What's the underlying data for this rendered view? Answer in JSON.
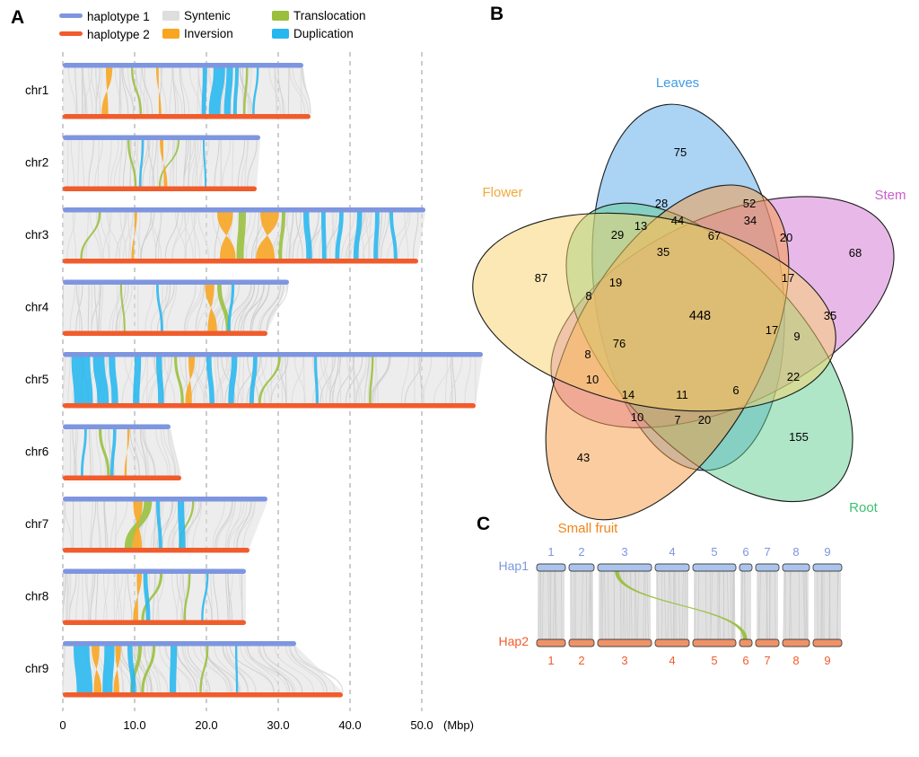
{
  "figure": {
    "panel_a_label": "A",
    "panel_b_label": "B",
    "panel_c_label": "C"
  },
  "colors": {
    "haplotype1": "#7e96e0",
    "haplotype2": "#f15c2c",
    "syntenic": "#dedede",
    "inversion": "#f8a51f",
    "translocation": "#99bf3c",
    "duplication": "#27b7f0",
    "venn_leaves": "#56a8ea",
    "venn_stem": "#d173d1",
    "venn_root": "#5fcd90",
    "venn_small_fruit": "#f8993f",
    "venn_flower": "#f8d26a",
    "hapc_bar1_fill": "#abc4ec",
    "hapc_bar2_fill": "#f09268"
  },
  "chart_data": [
    {
      "type": "synteny",
      "legend": [
        {
          "label": "haplotype 1",
          "swatch": "line",
          "color_key": "haplotype1"
        },
        {
          "label": "haplotype 2",
          "swatch": "line",
          "color_key": "haplotype2"
        },
        {
          "label": "Syntenic",
          "swatch": "box",
          "color_key": "syntenic"
        },
        {
          "label": "Inversion",
          "swatch": "box",
          "color_key": "inversion"
        },
        {
          "label": "Translocation",
          "swatch": "box",
          "color_key": "translocation"
        },
        {
          "label": "Duplication",
          "swatch": "box",
          "color_key": "duplication"
        }
      ],
      "x_axis": {
        "ticks": [
          "0",
          "10.0",
          "20.0",
          "30.0",
          "40.0",
          "50.0"
        ],
        "tick_values": [
          0,
          10,
          20,
          30,
          40,
          50
        ],
        "unit": "(Mbp)"
      },
      "chromosomes": [
        {
          "name": "chr1",
          "hap1_mbp": 33.5,
          "hap2_mbp": 34.5,
          "features": [
            {
              "type": "inversion",
              "pos": 6,
              "width": 0.9
            },
            {
              "type": "translocation",
              "pos": 9.5,
              "width": 0.3
            },
            {
              "type": "inversion",
              "pos": 13,
              "width": 0.35
            },
            {
              "type": "duplication",
              "pos": 19.5,
              "width": 0.6
            },
            {
              "type": "duplication",
              "pos": 21,
              "width": 1.6
            },
            {
              "type": "duplication",
              "pos": 22.8,
              "width": 0.9
            },
            {
              "type": "duplication",
              "pos": 24,
              "width": 0.5
            },
            {
              "type": "translocation",
              "pos": 25.5,
              "width": 0.3
            },
            {
              "type": "duplication",
              "pos": 27,
              "width": 0.3
            }
          ]
        },
        {
          "name": "chr2",
          "hap1_mbp": 27.5,
          "hap2_mbp": 27,
          "features": [
            {
              "type": "translocation",
              "pos": 9,
              "width": 0.3
            },
            {
              "type": "duplication",
              "pos": 11,
              "width": 0.3
            },
            {
              "type": "inversion",
              "pos": 13.5,
              "width": 0.5
            },
            {
              "type": "translocation",
              "pos": 16,
              "width": 0.25
            },
            {
              "type": "duplication",
              "pos": 19.5,
              "width": 0.25
            }
          ]
        },
        {
          "name": "chr3",
          "hap1_mbp": 50.5,
          "hap2_mbp": 49.5,
          "features": [
            {
              "type": "translocation",
              "pos": 5,
              "width": 0.3
            },
            {
              "type": "inversion",
              "pos": 10,
              "width": 0.35
            },
            {
              "type": "inversion",
              "pos": 21.5,
              "width": 2.2
            },
            {
              "type": "translocation",
              "pos": 24.5,
              "width": 1.0
            },
            {
              "type": "inversion",
              "pos": 27.5,
              "width": 2.6
            },
            {
              "type": "translocation",
              "pos": 30.5,
              "width": 0.5
            },
            {
              "type": "duplication",
              "pos": 33.5,
              "width": 0.8
            },
            {
              "type": "duplication",
              "pos": 36,
              "width": 0.6
            },
            {
              "type": "duplication",
              "pos": 38.5,
              "width": 0.6
            },
            {
              "type": "duplication",
              "pos": 41,
              "width": 0.7
            },
            {
              "type": "duplication",
              "pos": 43.5,
              "width": 0.6
            },
            {
              "type": "duplication",
              "pos": 45.5,
              "width": 0.5
            }
          ]
        },
        {
          "name": "chr4",
          "hap1_mbp": 31.5,
          "hap2_mbp": 28.5,
          "features": [
            {
              "type": "translocation",
              "pos": 8,
              "width": 0.25
            },
            {
              "type": "duplication",
              "pos": 13,
              "width": 0.35
            },
            {
              "type": "inversion",
              "pos": 19.8,
              "width": 1.3
            },
            {
              "type": "translocation",
              "pos": 21.5,
              "width": 0.6
            },
            {
              "type": "duplication",
              "pos": 23.5,
              "width": 0.4
            }
          ]
        },
        {
          "name": "chr5",
          "hap1_mbp": 58.5,
          "hap2_mbp": 57.5,
          "features": [
            {
              "type": "duplication",
              "pos": 1.2,
              "width": 2.6
            },
            {
              "type": "duplication",
              "pos": 4.2,
              "width": 1.6
            },
            {
              "type": "duplication",
              "pos": 6.4,
              "width": 0.9
            },
            {
              "type": "duplication",
              "pos": 10,
              "width": 0.9
            },
            {
              "type": "duplication",
              "pos": 13,
              "width": 0.8
            },
            {
              "type": "translocation",
              "pos": 15.5,
              "width": 0.4
            },
            {
              "type": "inversion",
              "pos": 17.5,
              "width": 0.9
            },
            {
              "type": "duplication",
              "pos": 20,
              "width": 0.7
            },
            {
              "type": "duplication",
              "pos": 23.5,
              "width": 0.8
            },
            {
              "type": "duplication",
              "pos": 26.5,
              "width": 0.6
            },
            {
              "type": "translocation",
              "pos": 30,
              "width": 0.35
            },
            {
              "type": "duplication",
              "pos": 35,
              "width": 0.4
            },
            {
              "type": "translocation",
              "pos": 43,
              "width": 0.3
            }
          ]
        },
        {
          "name": "chr6",
          "hap1_mbp": 15,
          "hap2_mbp": 16.5,
          "features": [
            {
              "type": "duplication",
              "pos": 3,
              "width": 0.35
            },
            {
              "type": "translocation",
              "pos": 5,
              "width": 0.4
            },
            {
              "type": "duplication",
              "pos": 7,
              "width": 0.45
            },
            {
              "type": "inversion",
              "pos": 9,
              "width": 0.3
            }
          ]
        },
        {
          "name": "chr7",
          "hap1_mbp": 28.5,
          "hap2_mbp": 26,
          "features": [
            {
              "type": "inversion",
              "pos": 9.8,
              "width": 1.3
            },
            {
              "type": "translocation",
              "pos": 11.3,
              "width": 1.1
            },
            {
              "type": "duplication",
              "pos": 13,
              "width": 0.5
            },
            {
              "type": "duplication",
              "pos": 16,
              "width": 0.9
            },
            {
              "type": "translocation",
              "pos": 18,
              "width": 0.3
            }
          ]
        },
        {
          "name": "chr8",
          "hap1_mbp": 25.5,
          "hap2_mbp": 25.5,
          "features": [
            {
              "type": "inversion",
              "pos": 10.3,
              "width": 0.7
            },
            {
              "type": "duplication",
              "pos": 11.2,
              "width": 0.6
            },
            {
              "type": "translocation",
              "pos": 13.5,
              "width": 0.4
            },
            {
              "type": "translocation",
              "pos": 17.5,
              "width": 0.3
            },
            {
              "type": "duplication",
              "pos": 20,
              "width": 0.3
            }
          ]
        },
        {
          "name": "chr9",
          "hap1_mbp": 32.5,
          "hap2_mbp": 39,
          "features": [
            {
              "type": "duplication",
              "pos": 1.5,
              "width": 2.2
            },
            {
              "type": "inversion",
              "pos": 4,
              "width": 1.1
            },
            {
              "type": "duplication",
              "pos": 5.8,
              "width": 1.4
            },
            {
              "type": "inversion",
              "pos": 7.3,
              "width": 0.8
            },
            {
              "type": "duplication",
              "pos": 9,
              "width": 0.7
            },
            {
              "type": "translocation",
              "pos": 10.5,
              "width": 0.5
            },
            {
              "type": "translocation",
              "pos": 12.5,
              "width": 0.4
            },
            {
              "type": "duplication",
              "pos": 15,
              "width": 0.9
            },
            {
              "type": "translocation",
              "pos": 20,
              "width": 0.3
            },
            {
              "type": "duplication",
              "pos": 24,
              "width": 0.3
            }
          ]
        }
      ]
    },
    {
      "type": "venn",
      "sets": [
        {
          "name": "Leaves",
          "color_key": "venn_leaves",
          "label_color": "#3f9be8",
          "unique": 75
        },
        {
          "name": "Stem",
          "color_key": "venn_stem",
          "label_color": "#c95fc9",
          "unique": 68
        },
        {
          "name": "Root",
          "color_key": "venn_root",
          "label_color": "#3dbf72",
          "unique": 155
        },
        {
          "name": "Small fruit",
          "color_key": "venn_small_fruit",
          "label_color": "#f08519",
          "unique": 43
        },
        {
          "name": "Flower",
          "color_key": "venn_flower",
          "label_color": "#f2a93b",
          "unique": 87
        }
      ],
      "all_sets_value": 448,
      "region_values": [
        75,
        28,
        52,
        44,
        34,
        13,
        29,
        67,
        20,
        35,
        68,
        17,
        87,
        19,
        8,
        448,
        35,
        17,
        9,
        76,
        8,
        22,
        10,
        14,
        11,
        6,
        10,
        7,
        20,
        155,
        43
      ]
    },
    {
      "type": "haplotype-map",
      "hap1_label": "Hap1",
      "hap2_label": "Hap2",
      "chromosomes": [
        {
          "number": "1",
          "width_mbp": 32
        },
        {
          "number": "2",
          "width_mbp": 28
        },
        {
          "number": "3",
          "width_mbp": 60
        },
        {
          "number": "4",
          "width_mbp": 38
        },
        {
          "number": "5",
          "width_mbp": 48
        },
        {
          "number": "6",
          "width_mbp": 14
        },
        {
          "number": "7",
          "width_mbp": 26
        },
        {
          "number": "8",
          "width_mbp": 30
        },
        {
          "number": "9",
          "width_mbp": 32
        }
      ],
      "translocation": {
        "from_hap1_chr": "3",
        "to_hap2_chr": "6"
      }
    }
  ]
}
